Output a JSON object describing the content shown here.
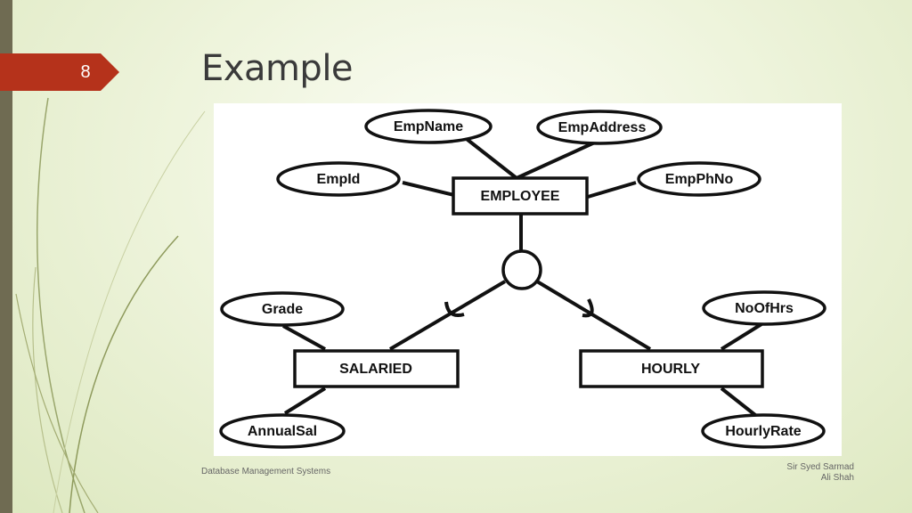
{
  "slide": {
    "number": "8",
    "title": "Example",
    "footer_left": "Database Management Systems",
    "footer_right_line1": "Sir Syed Sarmad",
    "footer_right_line2": "Ali Shah",
    "accent_color": "#b5321b",
    "sidebar_color": "#6f6b52"
  },
  "diagram": {
    "entities": {
      "employee": "EMPLOYEE",
      "salaried": "SALARIED",
      "hourly": "HOURLY"
    },
    "attributes": {
      "emp_name": "EmpName",
      "emp_address": "EmpAddress",
      "emp_id": "EmpId",
      "emp_phno": "EmpPhNo",
      "grade": "Grade",
      "annual_sal": "AnnualSal",
      "no_of_hrs": "NoOfHrs",
      "hourly_rate": "HourlyRate"
    }
  }
}
